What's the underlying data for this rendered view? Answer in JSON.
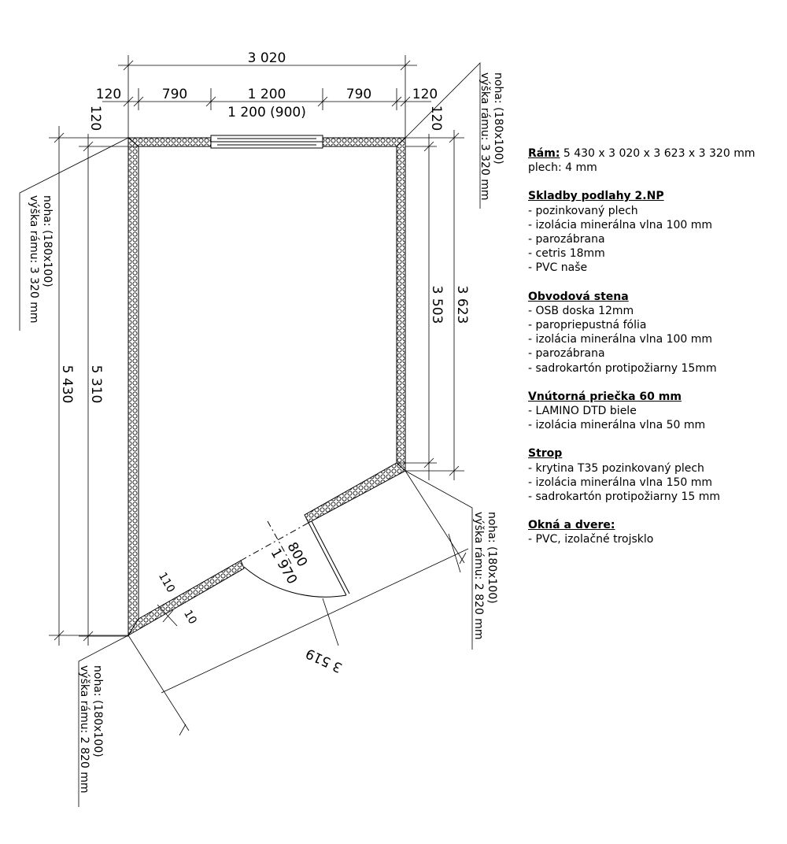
{
  "dimensions": {
    "overall_width": "3 020",
    "segments": [
      "120",
      "790",
      "1 200",
      "790",
      "120"
    ],
    "window_width": "1 200 (900)",
    "top_edge_left": "120",
    "top_edge_right": "120",
    "left_inner": "5 310",
    "left_outer": "5 430",
    "right_inner": "3 503",
    "right_outer": "3 623",
    "diagonal": "3 519",
    "door_width": "800",
    "door_height": "1 970",
    "wall_a": "110",
    "wall_b": "10"
  },
  "leg_notes": {
    "top_right": [
      "noha: (180x100)",
      "výška rámu: 3 320 mm"
    ],
    "left": [
      "noha: (180x100)",
      "výška rámu: 3 320 mm"
    ],
    "mid_right": [
      "noha: (180x100)",
      "výška rámu: 2 820 mm"
    ],
    "bottom_left": [
      "noha: (180x100)",
      "výška rámu: 2 820 mm"
    ]
  },
  "spec": {
    "frame_label": "Rám:",
    "frame_value": " 5 430 x 3 020 x 3 623 x 3 320 mm",
    "frame_sheet": "plech: 4 mm",
    "sections": [
      {
        "title": "Skladby podlahy 2.NP",
        "items": [
          "- pozinkovaný plech",
          "- izolácia minerálna vlna 100 mm",
          "- parozábrana",
          "- cetris 18mm",
          "- PVC naše"
        ]
      },
      {
        "title": "Obvodová stena",
        "items": [
          "- OSB doska 12mm",
          "- paropriepustná fólia",
          "- izolácia minerálna vlna 100 mm",
          "- parozábrana",
          "- sadrokartón protipožiarny 15mm"
        ]
      },
      {
        "title": "Vnútorná priečka 60 mm",
        "items": [
          "- LAMINO DTD biele",
          "- izolácia minerálna vlna 50 mm"
        ]
      },
      {
        "title": "Strop",
        "items": [
          "- krytina T35 pozinkovaný plech",
          "- izolácia minerálna vlna 150 mm",
          "- sadrokartón protipožiarny 15 mm"
        ]
      },
      {
        "title": "Okná a dvere:",
        "items": [
          "- PVC, izolačné trojsklo"
        ]
      }
    ]
  }
}
